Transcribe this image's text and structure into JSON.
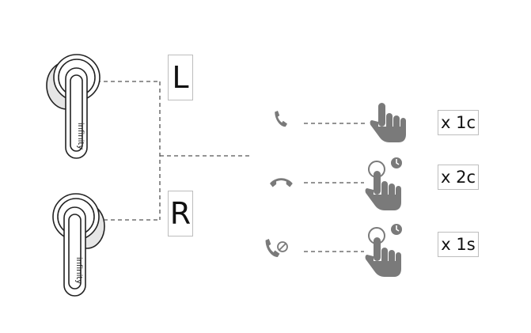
{
  "earbuds": {
    "left": {
      "side_label": "L",
      "logo_text": "infinity"
    },
    "right": {
      "side_label": "R",
      "logo_text": "infinity"
    }
  },
  "gestures": [
    {
      "action_icon": "phone-answer-icon",
      "gesture_icon": "finger-tap-icon",
      "count_label": "x 1c"
    },
    {
      "action_icon": "phone-hangup-icon",
      "gesture_icon": "finger-double-tap-timer-icon",
      "count_label": "x 2c"
    },
    {
      "action_icon": "phone-reject-icon",
      "gesture_icon": "finger-hold-timer-icon",
      "count_label": "x 1s"
    }
  ],
  "colors": {
    "icon_gray": "#7a7a7a",
    "line": "#555555",
    "border": "#bdbdbd"
  }
}
